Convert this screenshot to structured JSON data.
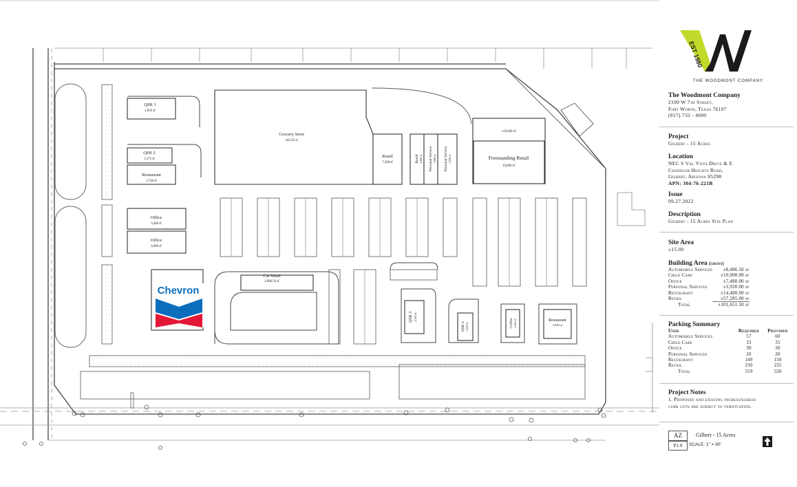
{
  "buildings": {
    "qsr1": {
      "name": "QSR 1",
      "area": "1,950 sf"
    },
    "qsr2": {
      "name": "QSR 2",
      "area": "1,375 sf"
    },
    "restaurant1": {
      "name": "Restaurant",
      "area": "3,740 sf"
    },
    "office1": {
      "name": "Office",
      "area": "3,400 sf"
    },
    "office2": {
      "name": "Office",
      "area": "4,080 sf"
    },
    "grocery": {
      "name": "Grocery Store",
      "area": "48,125 sf"
    },
    "retail1": {
      "name": "Retail",
      "area": "7,200 sf"
    },
    "retail2": {
      "name": "Retail",
      "area": "1,960 sf"
    },
    "service1": {
      "name": "Personal Service",
      "area": "1,960 sf"
    },
    "service2": {
      "name": "Personal Service",
      "area": "1,960 sf"
    },
    "freestanding": {
      "name": "Freestanding Retail",
      "area": "10,000 sf",
      "pad_area": "±10,000 sf"
    },
    "carwash": {
      "name": "Car Wash",
      "area": "2,986.50 sf"
    },
    "qsr3": {
      "name": "QSR 3",
      "area": "2,320 sf"
    },
    "qsr4": {
      "name": "QSR 4",
      "area": "1,100 sf"
    },
    "coffee": {
      "name": "Coffee",
      "area": "1,010 sf"
    },
    "restaurant2": {
      "name": "Restaurant",
      "area": "3,000 sf"
    }
  },
  "brand_logo": {
    "name": "Chevron",
    "primary": "#0a6ebd",
    "secondary": "#e31837"
  },
  "company": {
    "logo_text": "EST 1980",
    "logo_color": "#c3d92a",
    "tagline": "THE WOODMONT COMPANY",
    "name": "The Woodmont Company",
    "address1": "2100 W 7th Street,",
    "address2": "Fort Worth, Texas 76107",
    "phone": "(817) 732 - 4000"
  },
  "project": {
    "heading": "Project",
    "value": "Gilbert - 15 Acres"
  },
  "location": {
    "heading": "Location",
    "line1": "NEC S Val Vista Drive & E",
    "line2": "Chandler Heights Road,",
    "line3": "Gilbert, Arizona 85298",
    "apn": "APN: 304-76-221B"
  },
  "issue": {
    "heading": "Issue",
    "value": "09.27.2022"
  },
  "description": {
    "heading": "Description",
    "value": "Gilbert - 15 Acres Site Plan"
  },
  "site_area": {
    "heading": "Site Area",
    "value": "±15.00"
  },
  "building_area": {
    "heading": "Building Area",
    "qualifier": "(gross)",
    "rows": [
      {
        "use": "Automobile Services",
        "area": "±8,486.50 sf"
      },
      {
        "use": "Child Care",
        "area": "±10,000.00 sf"
      },
      {
        "use": "Office",
        "area": "±7,480.00 sf"
      },
      {
        "use": "Personal Services",
        "area": "±3,920.00 sf"
      },
      {
        "use": "Restaurant",
        "area": "±14,480.00 sf"
      },
      {
        "use": "Retail",
        "area": "±57,285.00 sf"
      }
    ],
    "total_label": "Total",
    "total_value": "±101,651.50 sf"
  },
  "parking": {
    "heading": "Parking Summary",
    "col_user": "User",
    "col_required": "Required",
    "col_provided": "Provided",
    "rows": [
      {
        "user": "Automobile Services",
        "required": "57",
        "provided": "60"
      },
      {
        "user": "Child Care",
        "required": "33",
        "provided": "35"
      },
      {
        "user": "Office",
        "required": "30",
        "provided": "30"
      },
      {
        "user": "Personal Services",
        "required": "20",
        "provided": "20"
      },
      {
        "user": "Restaurant",
        "required": "149",
        "provided": "150"
      },
      {
        "user": "Retail",
        "required": "230",
        "provided": "235"
      }
    ],
    "total_label": "Total",
    "total_required": "519",
    "total_provided": "530"
  },
  "notes": {
    "heading": "Project Notes",
    "text": "1. Proposed and existing ingress/egress curb cuts are subject to verification."
  },
  "footer": {
    "state": "AZ",
    "title": "Gilbert - 15 Acres",
    "sheet": "P1.0",
    "scale": "SCALE: 1\" = 90'"
  }
}
